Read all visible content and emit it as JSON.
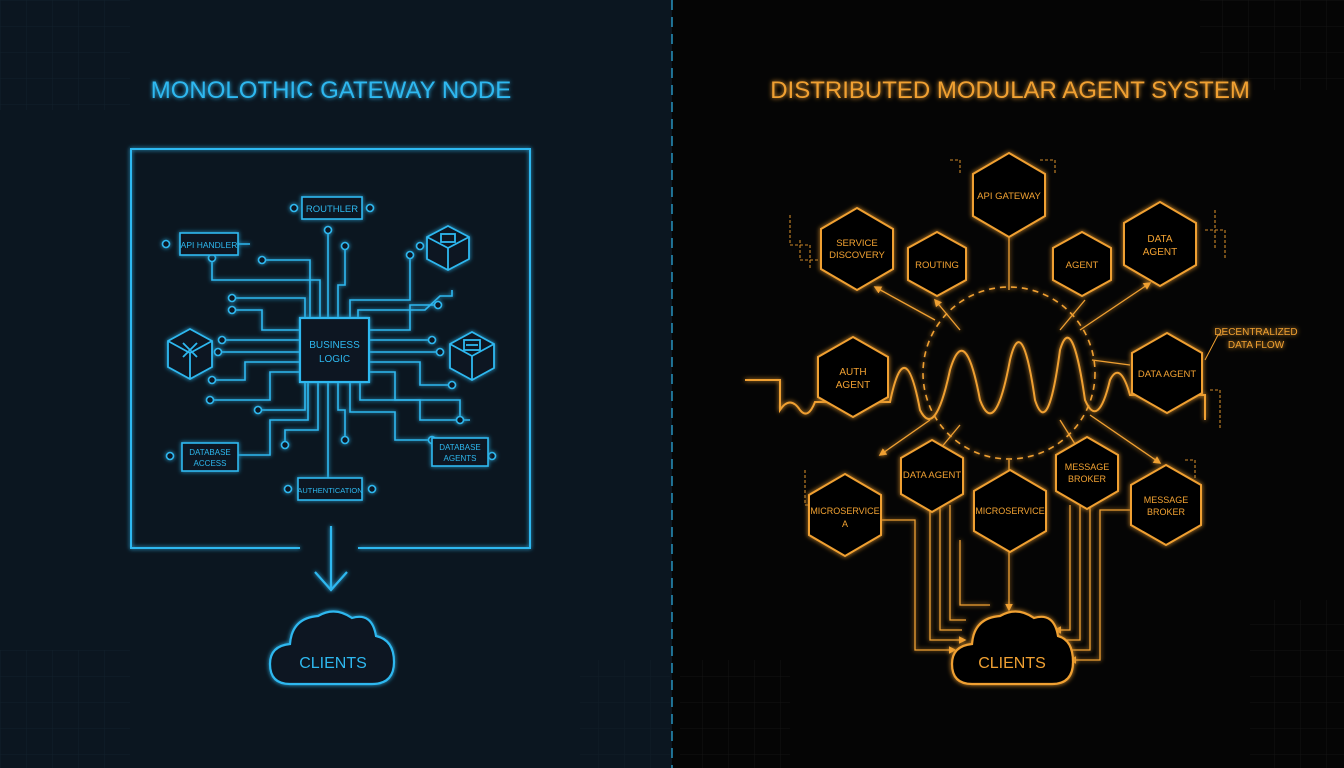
{
  "colors": {
    "left_bg": "#0b1620",
    "right_bg": "#050505",
    "blue": "#2fb8f0",
    "orange": "#f0a030",
    "divider": "#2aa0d0"
  },
  "left_panel": {
    "title": "MONOLOTHIC GATEWAY NODE",
    "core_label_1": "BUSINESS",
    "core_label_2": "LOGIC",
    "module_top": "ROUTHLER",
    "module_left": "API HANDLER",
    "module_bottom": "AUTHENTICATION",
    "module_bottom_left_1": "DATABASE",
    "module_bottom_left_2": "ACCESS",
    "module_bottom_right_1": "DATABASE",
    "module_bottom_right_2": "AGENTS",
    "clients_label": "CLIENTS",
    "icons": [
      "cube-icon",
      "cube-x-icon",
      "cube-lines-icon"
    ]
  },
  "right_panel": {
    "title": "DISTRIBUTED MODULAR AGENT SYSTEM",
    "nodes": {
      "api_gateway": "API GATEWAY",
      "service_discovery_1": "SERVICE",
      "service_discovery_2": "DISCOVERY",
      "routing": "ROUTING",
      "agent": "AGENT",
      "data_agent_top_1": "DATA",
      "data_agent_top_2": "AGENT",
      "auth_agent_1": "AUTH",
      "auth_agent_2": "AGENT",
      "data_agent_right": "DATA AGENT",
      "data_agent_mid": "DATA AGENT",
      "microservice_a_1": "MICROSERVICE",
      "microservice_a_2": "A",
      "microservice": "MICROSERVICE",
      "message_broker_1_1": "MESSAGE",
      "message_broker_1_2": "BROKER",
      "message_broker_2_1": "MESSAGE",
      "message_broker_2_2": "BROKER"
    },
    "flow_label_1": "DECENTRALIZED",
    "flow_label_2": "DATA FLOW",
    "clients_label": "CLIENTS"
  }
}
